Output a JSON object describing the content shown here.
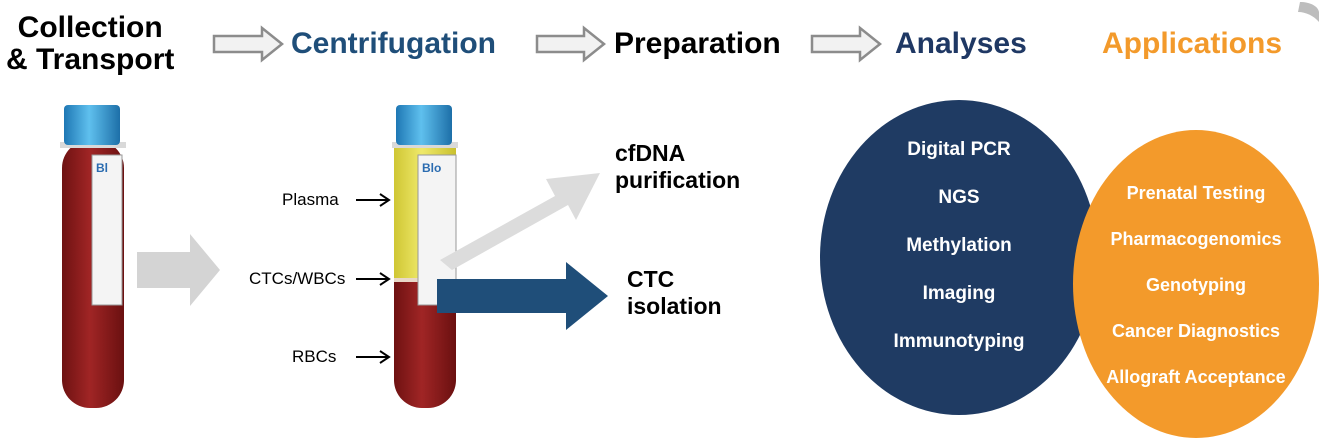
{
  "steps": [
    {
      "label": "Collection\n& Transport",
      "color": "#000000"
    },
    {
      "label": "Centrifugation",
      "color": "#1f4e79"
    },
    {
      "label": "Preparation",
      "color": "#000000"
    },
    {
      "label": "Analyses",
      "color": "#1f3864"
    },
    {
      "label": "Applications",
      "color": "#f39a2b"
    }
  ],
  "tube_labels": {
    "brand_fragment": "Bl",
    "brand_fragment_2": "Blo"
  },
  "layers": {
    "plasma": "Plasma",
    "ctcs_wbcs": "CTCs/WBCs",
    "rbcs": "RBCs"
  },
  "outputs": {
    "cfdna": "cfDNA\npurification",
    "ctc": "CTC\nisolation"
  },
  "analyses": {
    "color": "#1f3b63",
    "items": [
      "Digital PCR",
      "NGS",
      "Methylation",
      "Imaging",
      "Immunotyping"
    ]
  },
  "applications": {
    "color": "#f39a2b",
    "items": [
      "Prenatal Testing",
      "Pharmacogenomics",
      "Genotyping",
      "Cancer Diagnostics",
      "Allograft Acceptance"
    ]
  },
  "colors": {
    "blood": "#8b1a1a",
    "plasma": "#e3dc4e",
    "cap": "#3aa3dc",
    "process_arrow": "#d4d4d4",
    "ctc_arrow": "#1f4e79"
  }
}
